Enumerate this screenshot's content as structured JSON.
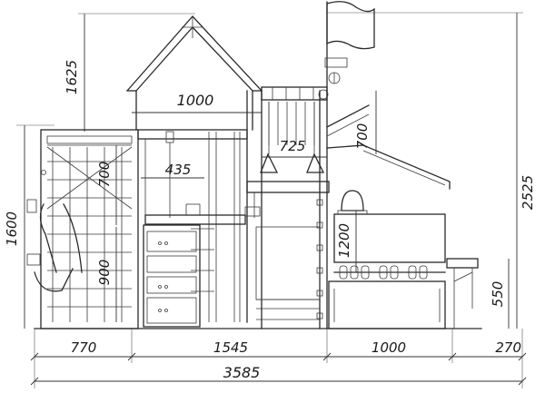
{
  "dimensions": {
    "roof_height": "1625",
    "total_height": "2525",
    "left_height": "1600",
    "house_width": "1000",
    "bar_width": "725",
    "ramp_height": "700",
    "wall_panel_height": "700",
    "shelf_width": "435",
    "panel_height": "1200",
    "lower_panel_height": "900",
    "bench_height": "550",
    "left_width": "770",
    "center_width": "1545",
    "right_width": "1000",
    "far_right_width": "270",
    "total_width": "3585"
  },
  "colors": {
    "line": "#2a2a2a",
    "background": "#ffffff"
  }
}
